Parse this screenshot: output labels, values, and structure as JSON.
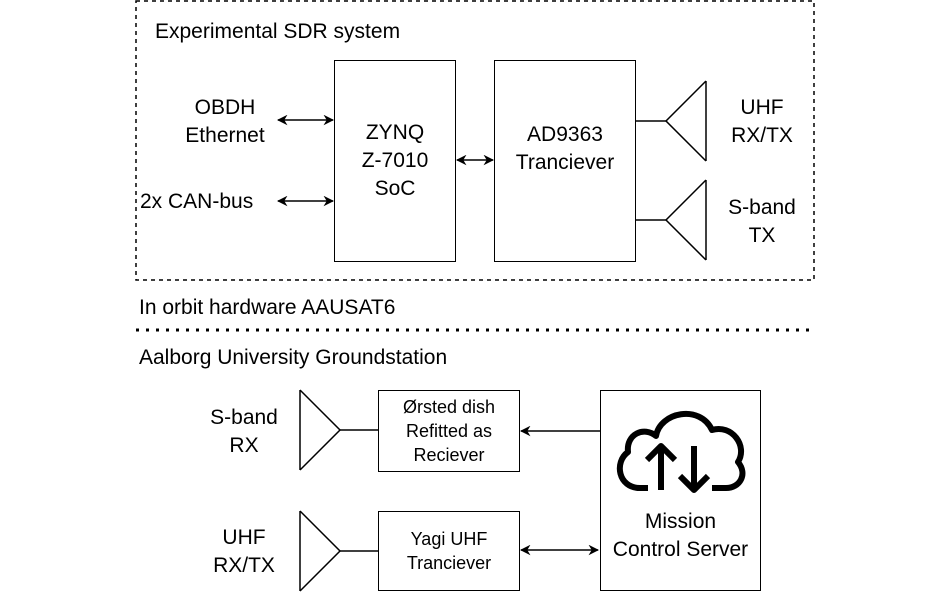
{
  "sections": {
    "space_title": "Experimental SDR system",
    "orbit_label": "In orbit hardware AAUSAT6",
    "ground_title": "Aalborg University Groundstation"
  },
  "space": {
    "obdh": [
      "OBDH",
      "Ethernet"
    ],
    "can": "2x CAN-bus",
    "zynq": [
      "ZYNQ",
      "Z-7010",
      "SoC"
    ],
    "ad9363": [
      "AD9363",
      "Tranciever"
    ],
    "uhf": [
      "UHF",
      "RX/TX"
    ],
    "sband": [
      "S-band",
      "TX"
    ]
  },
  "ground": {
    "sband": [
      "S-band",
      "RX"
    ],
    "uhf": [
      "UHF",
      "RX/TX"
    ],
    "dish": [
      "Ørsted dish",
      "Refitted as",
      "Reciever"
    ],
    "yagi": [
      "Yagi UHF",
      "Tranciever"
    ],
    "server": [
      "Mission",
      "Control Server"
    ],
    "server_icon": "cloud-upload-download-icon"
  }
}
